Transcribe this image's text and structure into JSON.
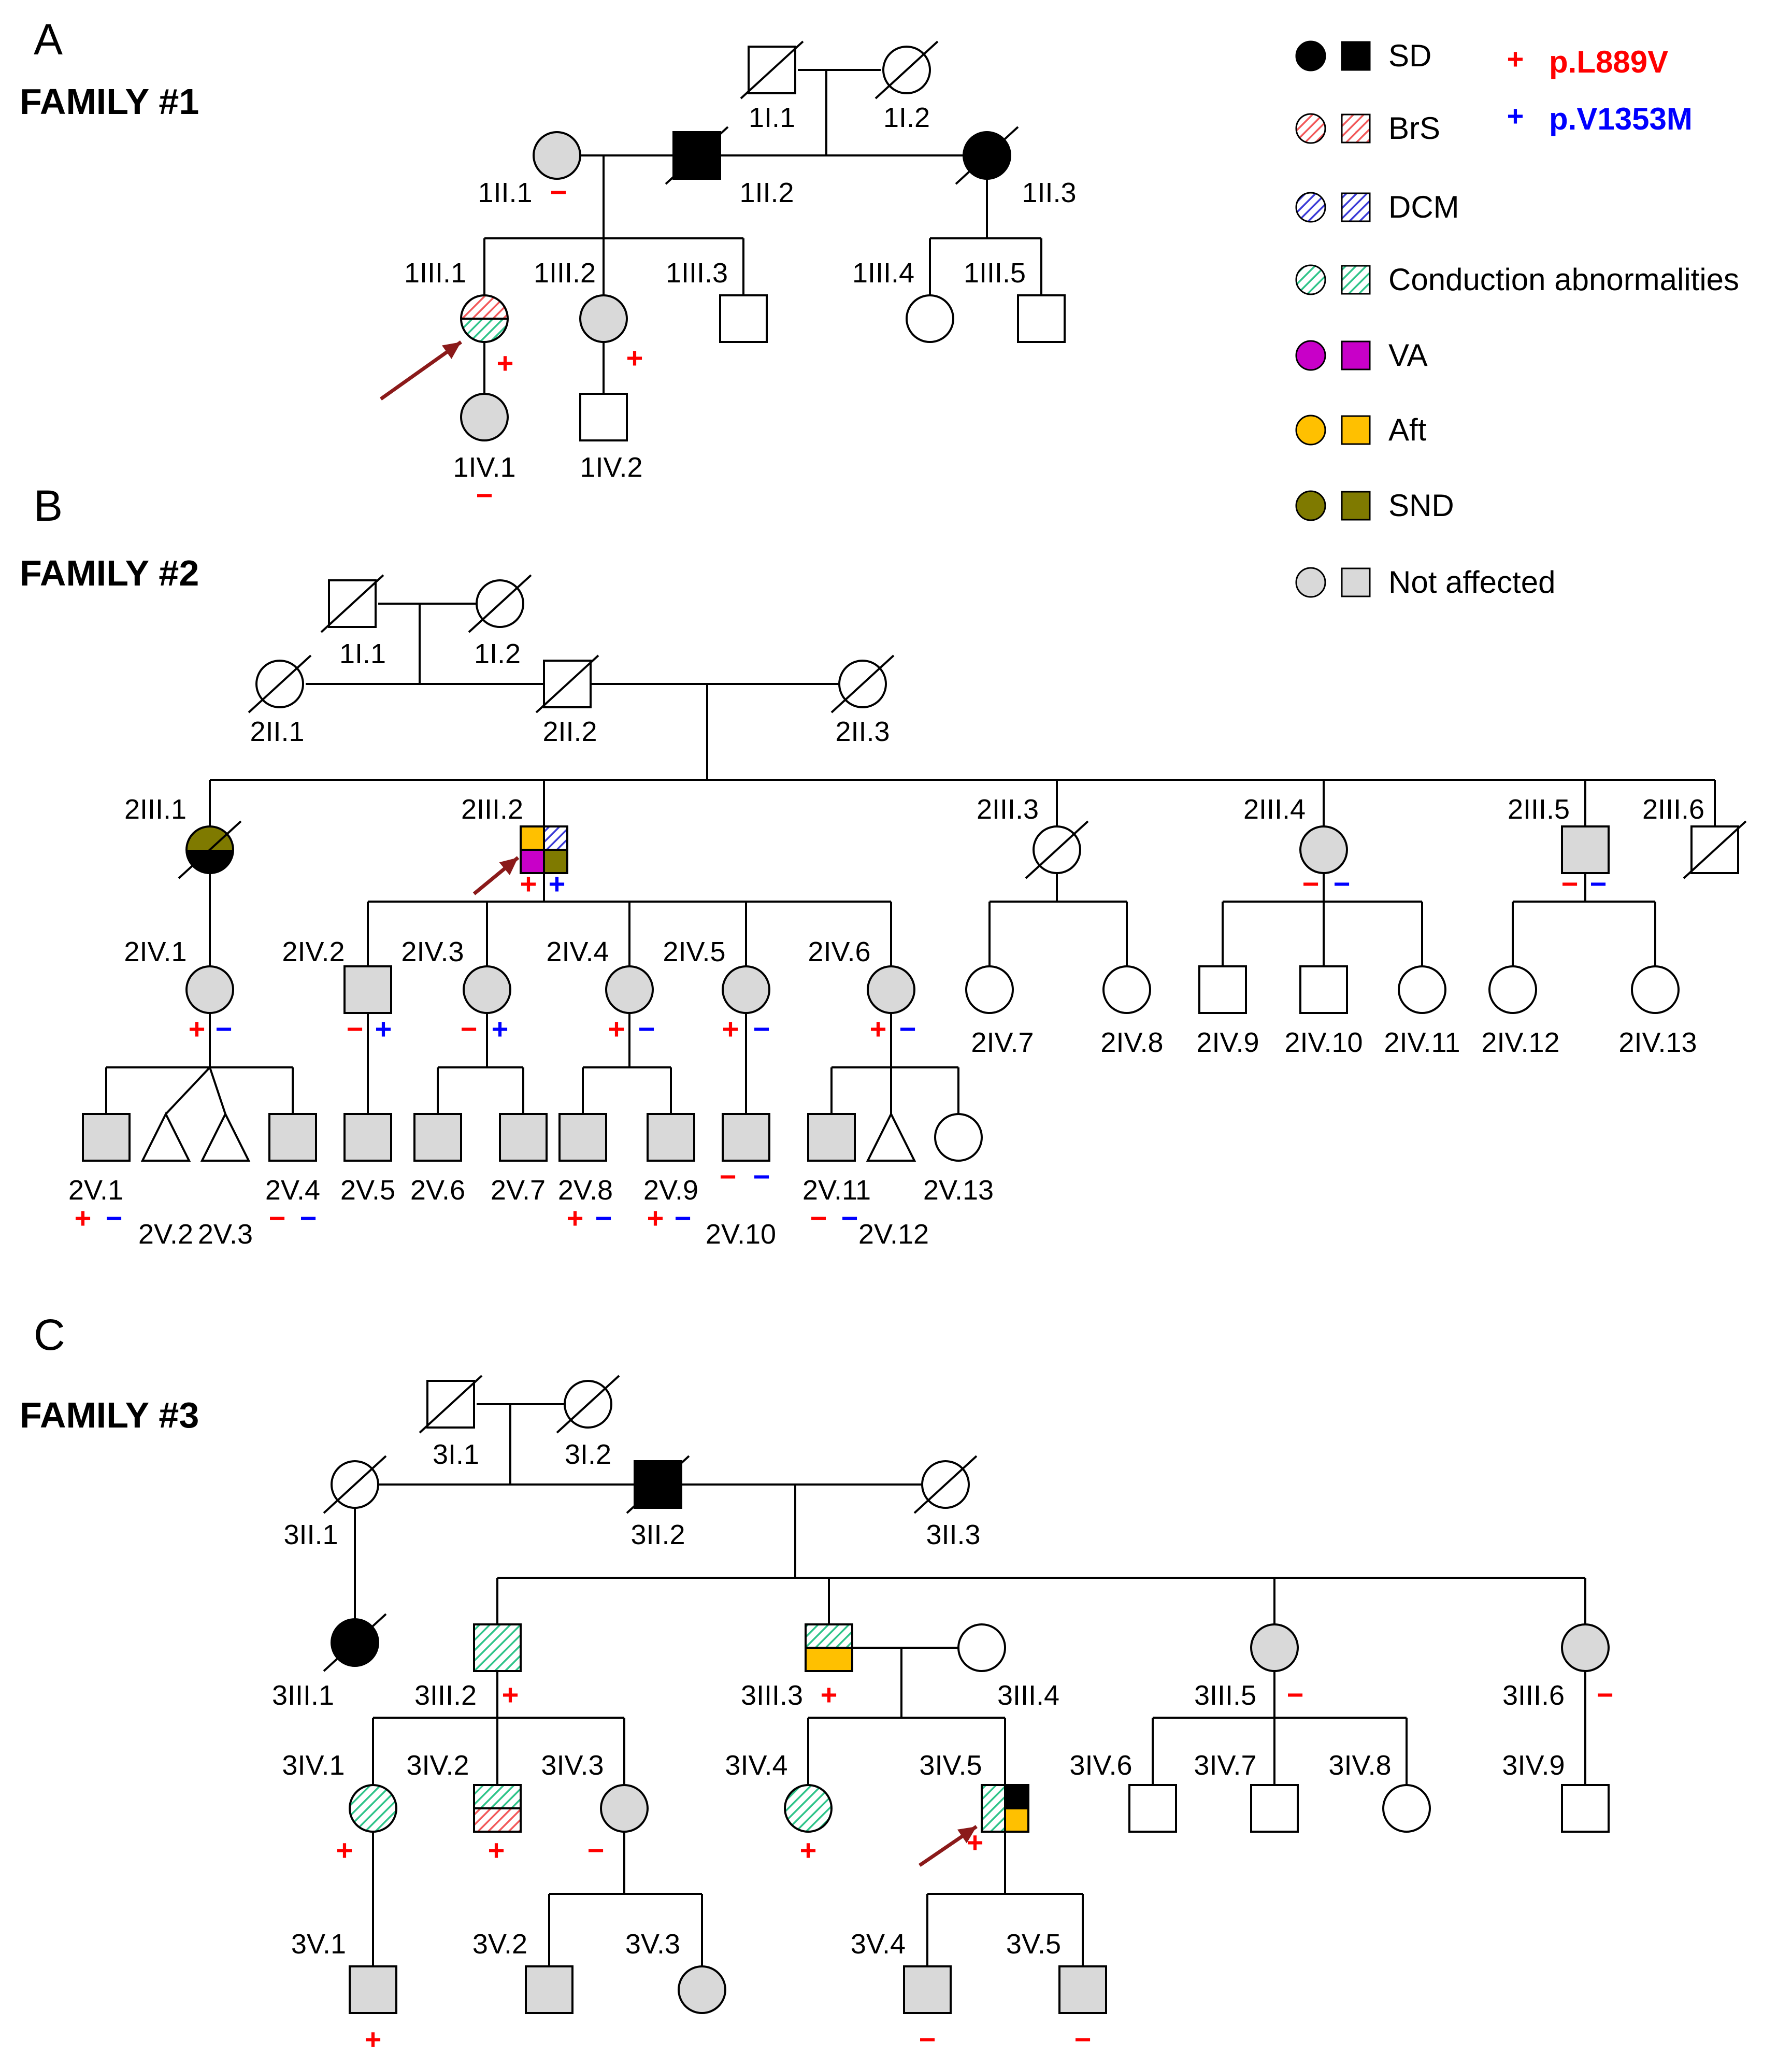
{
  "colors": {
    "sd": "#000000",
    "brs": "#f2595a",
    "dcm": "#3b3bd6",
    "conduction": "#2fc48a",
    "va": "#c800c8",
    "aft": "#ffc000",
    "snd": "#7f7a00",
    "not_affected": "#d9d9d9",
    "plus_red": "#ff0000",
    "minus_red": "#ff0000",
    "plus_blue": "#0000ff",
    "minus_blue": "#0000ff",
    "arrow": "#8b1a1a"
  },
  "panels": {
    "A": {
      "letter": "A",
      "title": "FAMILY #1"
    },
    "B": {
      "letter": "B",
      "title": "FAMILY #2"
    },
    "C": {
      "letter": "C",
      "title": "FAMILY #3"
    }
  },
  "legend": {
    "items": [
      {
        "key": "sd",
        "label": "SD"
      },
      {
        "key": "brs",
        "label": "BrS"
      },
      {
        "key": "dcm",
        "label": "DCM"
      },
      {
        "key": "conduction",
        "label": "Conduction abnormalities"
      },
      {
        "key": "va",
        "label": "VA"
      },
      {
        "key": "aft",
        "label": "Aft"
      },
      {
        "key": "snd",
        "label": "SND"
      },
      {
        "key": "not_affected",
        "label": "Not affected"
      }
    ],
    "variants": [
      {
        "symbol": "+",
        "label": "p.L889V",
        "color": "#ff0000"
      },
      {
        "symbol": "+",
        "label": "p.V1353M",
        "color": "#0000ff"
      }
    ]
  },
  "individuals": {
    "f1": [
      "1I.1",
      "1I.2",
      "1II.1",
      "1II.2",
      "1II.3",
      "1III.1",
      "1III.2",
      "1III.3",
      "1III.4",
      "1III.5",
      "1IV.1",
      "1IV.2"
    ],
    "f2": [
      "1I.1",
      "1I.2",
      "2II.1",
      "2II.2",
      "2II.3",
      "2III.1",
      "2III.2",
      "2III.3",
      "2III.4",
      "2III.5",
      "2III.6",
      "2IV.1",
      "2IV.2",
      "2IV.3",
      "2IV.4",
      "2IV.5",
      "2IV.6",
      "2IV.7",
      "2IV.8",
      "2IV.9",
      "2IV.10",
      "2IV.11",
      "2IV.12",
      "2IV.13",
      "2V.1",
      "2V.2",
      "2V.3",
      "2V.4",
      "2V.5",
      "2V.6",
      "2V.7",
      "2V.8",
      "2V.9",
      "2V.10",
      "2V.11",
      "2V.12",
      "2V.13"
    ],
    "f3": [
      "3I.1",
      "3I.2",
      "3II.1",
      "3II.2",
      "3II.3",
      "3III.1",
      "3III.2",
      "3III.3",
      "3III.4",
      "3III.5",
      "3III.6",
      "3IV.1",
      "3IV.2",
      "3IV.3",
      "3IV.4",
      "3IV.5",
      "3IV.6",
      "3IV.7",
      "3IV.8",
      "3IV.9",
      "3V.1",
      "3V.2",
      "3V.3",
      "3V.4",
      "3V.5"
    ]
  },
  "genotype_signs": {
    "plus": "+",
    "minus": "−"
  }
}
